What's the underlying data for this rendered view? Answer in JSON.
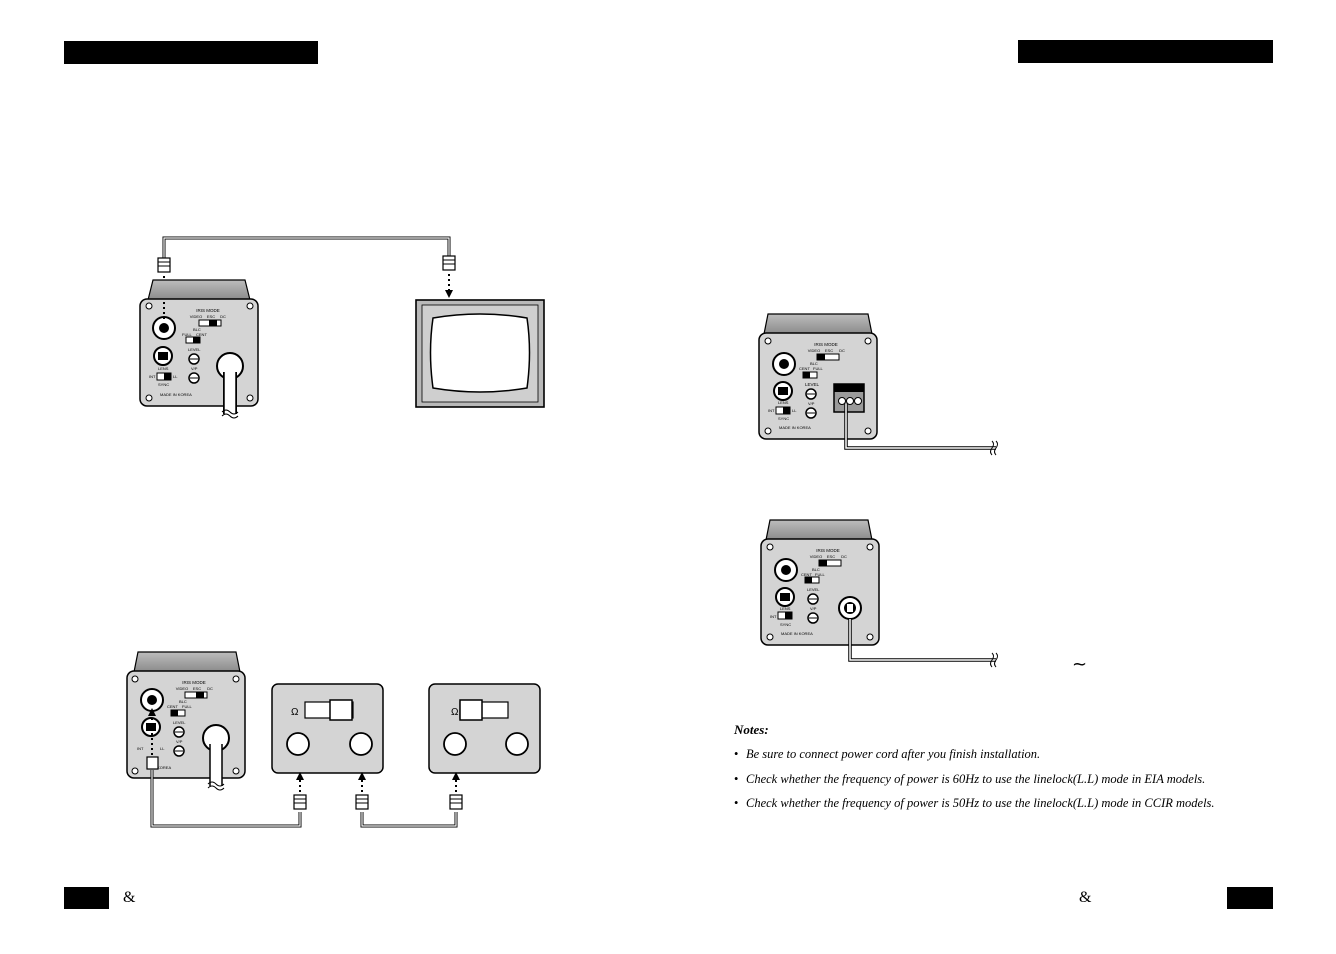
{
  "footer": {
    "left_symbol": "&",
    "right_symbol": "&"
  },
  "notes": {
    "title": "Notes:",
    "items": [
      "Be sure to connect power cord after you finish installation.",
      "Check whether the frequency of power is 60Hz to use the linelock(L.L) mode in EIA models.",
      "Check whether the frequency of power is 50Hz to use the linelock(L.L) mode in CCIR models."
    ],
    "bullet": "•"
  },
  "camera_panel": {
    "iris_mode": "IRIS MODE",
    "video": "VIDEO",
    "esc": "ESC",
    "dc": "DC",
    "blc": "BLC",
    "full": "FULL",
    "cent": "CENT",
    "level": "LEVEL",
    "vp": "V/P",
    "lens": "LENS",
    "int": "INT",
    "ll": "LL",
    "sync": "SYNC",
    "made_in_korea": "MADE IN KOREA",
    "in_korea": "IN KOREA"
  },
  "vcr_panel": {
    "ohm_symbol": "Ω"
  },
  "power": {
    "ac_symbol": "~"
  }
}
